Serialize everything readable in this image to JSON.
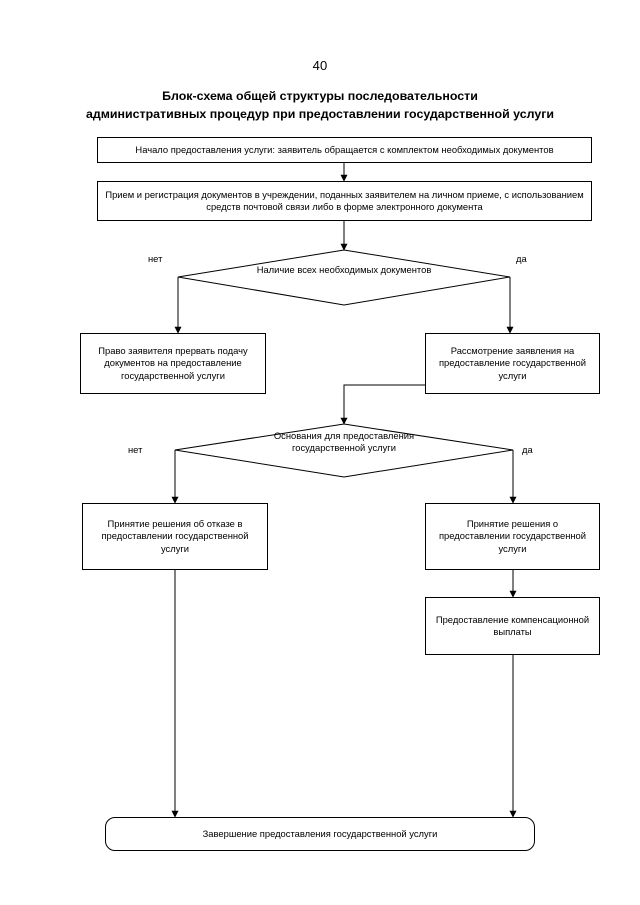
{
  "document": {
    "page_number": "40",
    "title_line1": "Блок-схема общей структуры последовательности",
    "title_line2": "административных процедур при предоставлении государственной услуги"
  },
  "flowchart": {
    "type": "flowchart",
    "orientation": "top-down",
    "line_color": "#000000",
    "fill_color": "#ffffff",
    "nodes": [
      {
        "id": "start",
        "shape": "rectangle",
        "text": "Начало предоставления услуги: заявитель обращается с комплектом необходимых документов"
      },
      {
        "id": "registration",
        "shape": "rectangle",
        "text": "Прием и регистрация документов в учреждении, поданных заявителем на личном приеме, с использованием средств почтовой связи либо в форме электронного документа"
      },
      {
        "id": "decision-documents",
        "shape": "diamond",
        "text": "Наличие всех необходимых документов",
        "label_no": "нет",
        "label_yes": "да"
      },
      {
        "id": "interrupt-right",
        "shape": "rectangle",
        "text": "Право заявителя прервать подачу документов на предоставление государственной услуги"
      },
      {
        "id": "review-application",
        "shape": "rectangle",
        "text": "Рассмотрение заявления на предоставление государственной услуги"
      },
      {
        "id": "decision-grounds",
        "shape": "diamond",
        "text": "Основания для предоставления государственной услуги",
        "label_no": "нет",
        "label_yes": "да"
      },
      {
        "id": "refusal-decision",
        "shape": "rectangle",
        "text": "Принятие решения об отказе в предоставлении государственной услуги"
      },
      {
        "id": "grant-decision",
        "shape": "rectangle",
        "text": "Принятие решения о предоставлении государственной услуги"
      },
      {
        "id": "compensation-payment",
        "shape": "rectangle",
        "text": "Предоставление компенсационной выплаты"
      },
      {
        "id": "completion",
        "shape": "rounded-rectangle",
        "text": "Завершение предоставления государственной услуги"
      }
    ]
  }
}
